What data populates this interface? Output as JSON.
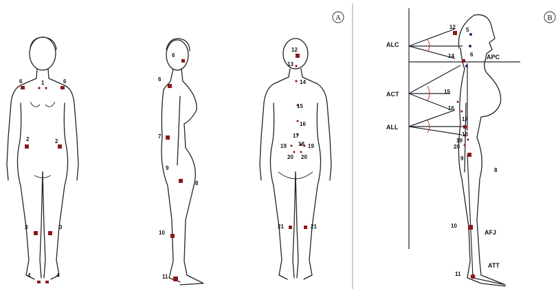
{
  "panels": {
    "a": "A",
    "b": "B"
  },
  "figure_a": {
    "front": [
      "6",
      "6",
      "1",
      "2",
      "2",
      "3",
      "3",
      "4",
      "4"
    ],
    "side": [
      "6",
      "6",
      "7",
      "9",
      "8",
      "10",
      "11"
    ],
    "back": [
      "12",
      "13",
      "14",
      "15",
      "16",
      "17",
      "18",
      "19",
      "19",
      "20",
      "20",
      "21",
      "21"
    ]
  },
  "figure_b": {
    "angles": [
      "ALC",
      "APC",
      "ACT",
      "ALL",
      "AFJ",
      "ATT"
    ],
    "points": [
      "12",
      "5",
      "14",
      "6",
      "15",
      "16",
      "17",
      "18",
      "19",
      "20",
      "9",
      "8",
      "10",
      "11"
    ]
  },
  "colors": {
    "marker": "#8b1a1a",
    "angle_arc": "#c0392b",
    "line": "#223"
  }
}
